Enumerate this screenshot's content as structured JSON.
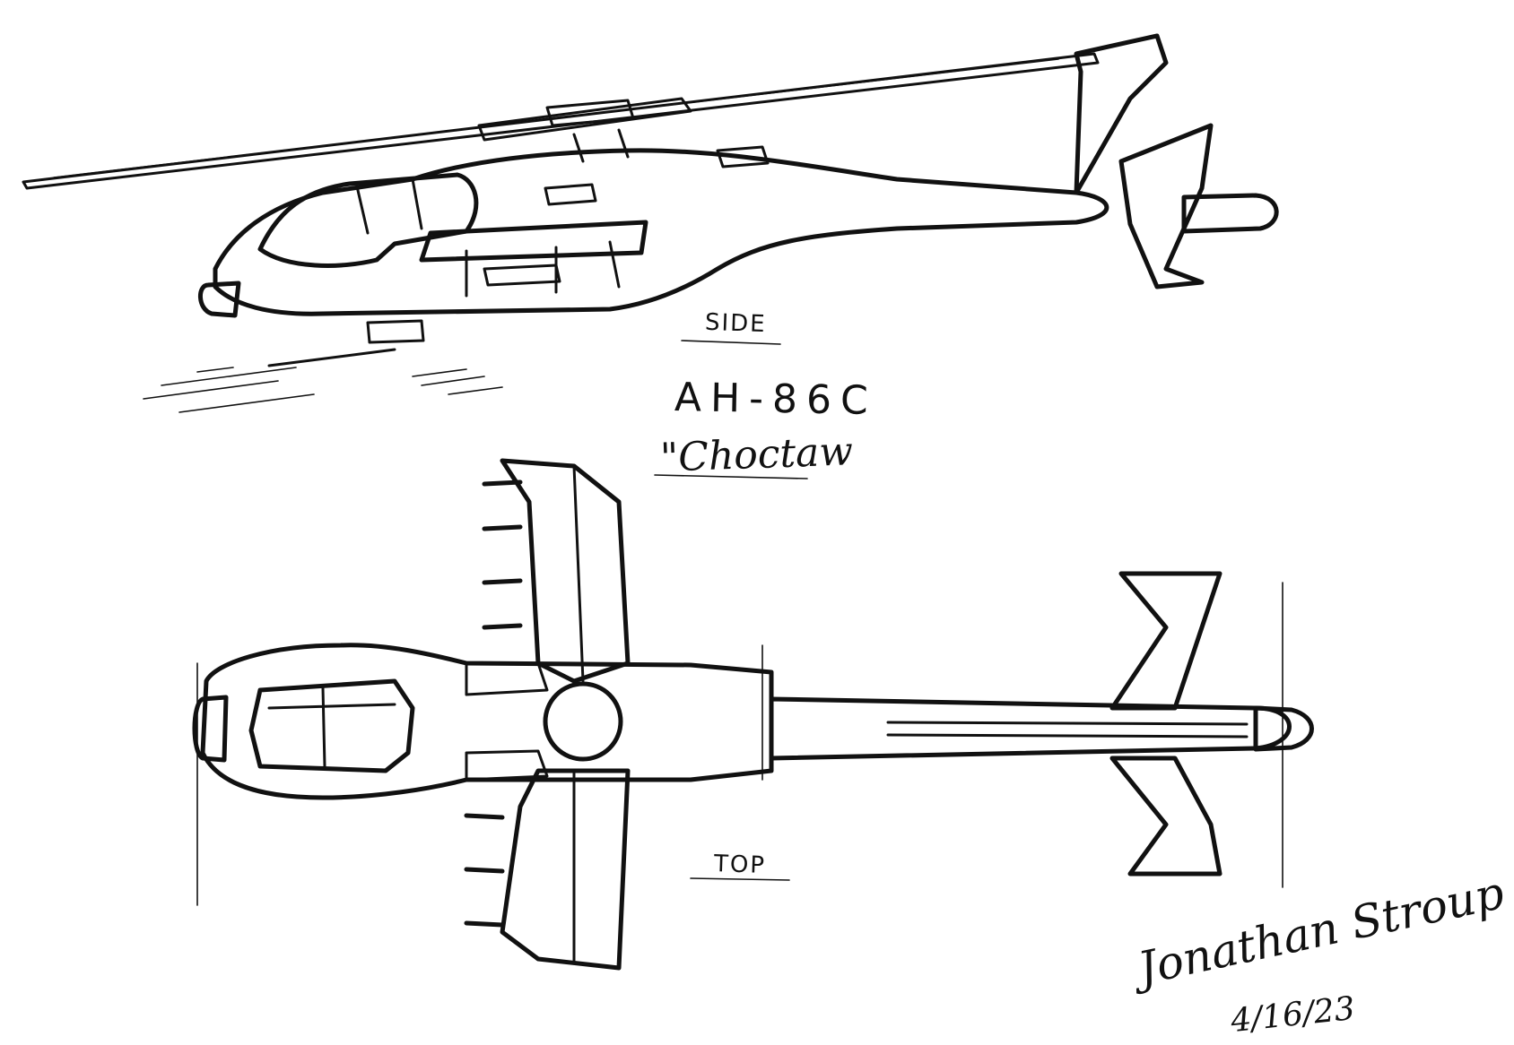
{
  "drawing": {
    "views": {
      "side_label": "SIDE",
      "top_label": "TOP"
    },
    "designation": "AH-86C",
    "nickname": "\"Choctaw",
    "signature": "Jonathan Stroup",
    "date": "4/16/23"
  },
  "colors": {
    "paper": "#ffffff",
    "ink": "#111111"
  }
}
